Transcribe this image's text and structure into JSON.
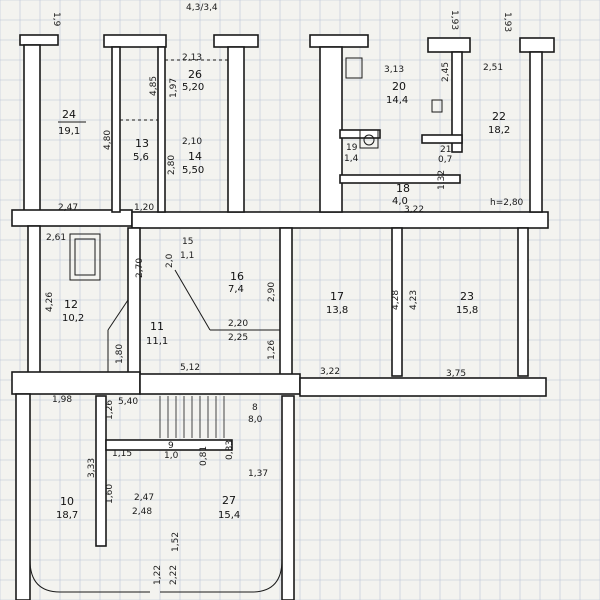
{
  "rooms": [
    {
      "id": "r24",
      "number": "24",
      "area": "19,1"
    },
    {
      "id": "r13",
      "number": "13",
      "area": "5,6"
    },
    {
      "id": "r26",
      "number": "26",
      "area": "5,20"
    },
    {
      "id": "r14",
      "number": "14",
      "area": "5,50"
    },
    {
      "id": "r20",
      "number": "20",
      "area": "14,4"
    },
    {
      "id": "r22",
      "number": "22",
      "area": "18,2"
    },
    {
      "id": "r19",
      "number": "19",
      "area": "1,4"
    },
    {
      "id": "r21",
      "number": "21",
      "area": "0,7"
    },
    {
      "id": "r18",
      "number": "18",
      "area": "4,0"
    },
    {
      "id": "r12",
      "number": "12",
      "area": "10,2"
    },
    {
      "id": "r15",
      "number": "15",
      "area": "1,1"
    },
    {
      "id": "r16",
      "number": "16",
      "area": "7,4"
    },
    {
      "id": "r11",
      "number": "11",
      "area": "11,1"
    },
    {
      "id": "r17",
      "number": "17",
      "area": "13,8"
    },
    {
      "id": "r23",
      "number": "23",
      "area": "15,8"
    },
    {
      "id": "r8",
      "number": "8",
      "area": "8,0"
    },
    {
      "id": "r9",
      "number": "9",
      "area": "1,0"
    },
    {
      "id": "r10",
      "number": "10",
      "area": "18,7"
    },
    {
      "id": "r27",
      "number": "27",
      "area": "15,4"
    }
  ],
  "dimensions": [
    "4,3/3,4",
    "1,9",
    "1,93",
    "1,93",
    "2,13",
    "4,85",
    "1,97",
    "4,80",
    "2,80",
    "2,10",
    "3,13",
    "2,45",
    "2,51",
    "2,47",
    "1,20",
    "3,22",
    "h=2,80",
    "1,32",
    "2,61",
    "4,26",
    "2,70",
    "2,0",
    "2,90",
    "4,28",
    "4,23",
    "2,20",
    "2,25",
    "1,26",
    "1,80",
    "5,12",
    "3,22",
    "3,75",
    "1,98",
    "5,40",
    "1,26",
    "1,15",
    "0,81",
    "0,33",
    "1,37",
    "3,33",
    "1,60",
    "2,47",
    "2,48",
    "1,52",
    "1,22",
    "2,22"
  ]
}
